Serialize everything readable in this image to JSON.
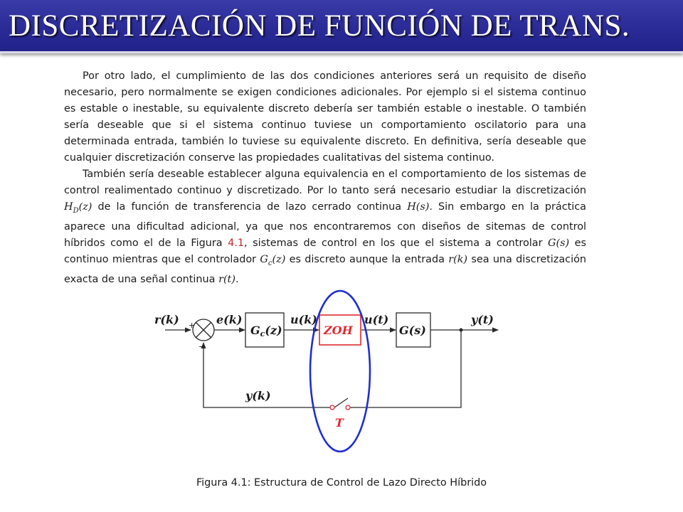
{
  "title": "DISCRETIZACIÓN  DE FUNCIÓN DE TRANS.",
  "paragraph1": "Por otro lado, el cumplimiento de las dos condiciones anteriores será un requisito de diseño necesario, pero normalmente se exigen condiciones adicionales. Por ejemplo si el sistema continuo es estable o inestable, su equivalente discreto debería ser también estable o inestable. O también sería deseable que si el sistema continuo tuviese un comportamiento oscilatorio para una determinada entrada, también lo tuviese su equivalente discreto. En definitiva, sería deseable que cualquier discretización conserve las propiedades cualitativas del sistema continuo.",
  "paragraph2": {
    "t1": "También sería deseable establecer alguna equivalencia en el comportamiento de los sistemas de control realimentado continuo y discretizado. Por lo tanto será necesario estudiar la discretización ",
    "m1": "H_D(z)",
    "t2": " de la función de transferencia de lazo cerrado continua ",
    "m2": "H(s)",
    "t3": ". Sin embargo en la práctica aparece una dificultad adicional, ya que nos encontraremos con diseños de sitemas de control híbridos como el de la Figura ",
    "ref": "4.1",
    "t4": ", sistemas de control en los que el sistema a controlar ",
    "m3": "G(s)",
    "t5": " es continuo mientras que el controlador ",
    "m4": "G_c(z)",
    "t6": " es discreto aunque la entrada ",
    "m5": "r(k)",
    "t7": " sea una discretización exacta de una señal continua ",
    "m6": "r(t)",
    "t8": "."
  },
  "diagram": {
    "input_label": "r(k)",
    "error_label": "e(k)",
    "controller_label": "Gc(z)",
    "control_label": "u(k)",
    "zoh_label": "ZOH",
    "continuous_control_label": "u(t)",
    "plant_label": "G(s)",
    "output_label": "y(t)",
    "feedback_label": "y(k)",
    "sampler_label": "T",
    "plus_sign": "+",
    "minus_sign": "−",
    "colors": {
      "zoh": "#e0292f",
      "highlight_ellipse": "#1f2fd0",
      "lines": "#2a2a2a"
    }
  },
  "caption": "Figura 4.1: Estructura de Control de Lazo Directo Híbrido"
}
